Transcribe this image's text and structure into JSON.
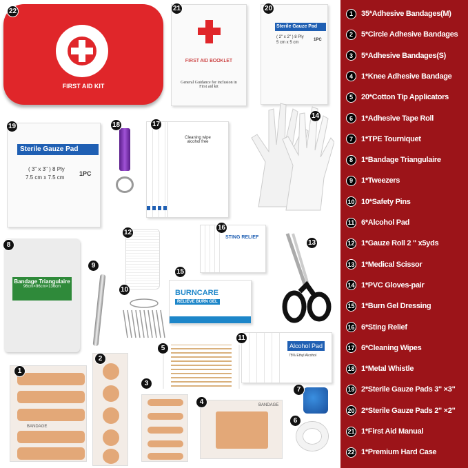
{
  "colors": {
    "panel": "#9c1419",
    "case_red": "#e0262a",
    "gauze_blue": "#1f5fb3",
    "glove": "#f2f2f2",
    "bandage": "#e3a878"
  },
  "items": [
    {
      "num": "1",
      "label": "35*Adhesive Bandages(M)"
    },
    {
      "num": "2",
      "label": "5*Circle Adhesive Bandages"
    },
    {
      "num": "3",
      "label": "5*Adhesive Bandages(S)"
    },
    {
      "num": "4",
      "label": "1*Knee Adhesive Bandage"
    },
    {
      "num": "5",
      "label": "20*Cotton Tip Applicators"
    },
    {
      "num": "6",
      "label": "1*Adhesive Tape Roll"
    },
    {
      "num": "7",
      "label": "1*TPE Tourniquet"
    },
    {
      "num": "8",
      "label": "1*Bandage Triangulaire"
    },
    {
      "num": "9",
      "label": "1*Tweezers"
    },
    {
      "num": "10",
      "label": "10*Safety Pins"
    },
    {
      "num": "11",
      "label": "6*Alcohol Pad"
    },
    {
      "num": "12",
      "label": "1*Gauze Roll 2 \" x5yds"
    },
    {
      "num": "13",
      "label": "1*Medical Scissor"
    },
    {
      "num": "14",
      "label": "1*PVC Gloves-pair"
    },
    {
      "num": "15",
      "label": "1*Burn Gel Dressing"
    },
    {
      "num": "16",
      "label": "6*Sting Relief"
    },
    {
      "num": "17",
      "label": "6*Cleaning Wipes"
    },
    {
      "num": "18",
      "label": "1*Metal Whistle"
    },
    {
      "num": "19",
      "label": "2*Sterile Gauze Pads 3\" ×3\""
    },
    {
      "num": "20",
      "label": "2*Sterile Gauze Pads 2\" ×2\""
    },
    {
      "num": "21",
      "label": "1*First Aid Manual"
    },
    {
      "num": "22",
      "label": "1*Premium Hard Case"
    }
  ],
  "products": {
    "case": "FIRST AID KIT",
    "booklet_title": "FIRST AID BOOKLET",
    "booklet_sub": "General Guidance for inclusion in First aid kit",
    "gauze": "Sterile Gauze Pad",
    "gauze_small_size": "( 2\" x 2\" ) 8 Ply",
    "gauze_small_cm": "5 cm x 5 cm",
    "gauze_large_size": "( 3\" x 3\" ) 8 Ply",
    "gauze_large_cm": "7.5 cm x 7.5 cm",
    "gauze_qty": "1PC",
    "wipe": "Cleaning wipe alcohol free",
    "sting": "STING RELIEF",
    "burn_title": "BURNCARE",
    "burn_sub": "RELIEVE BURN GEL",
    "triangle": "Bandage Triangulaire",
    "triangle_size": "96cm×96cm×136cm",
    "alcohol": "Alcohol Pad",
    "alcohol_sub": "75% Ethyl Alcohol",
    "bandage": "BANDAGE"
  }
}
